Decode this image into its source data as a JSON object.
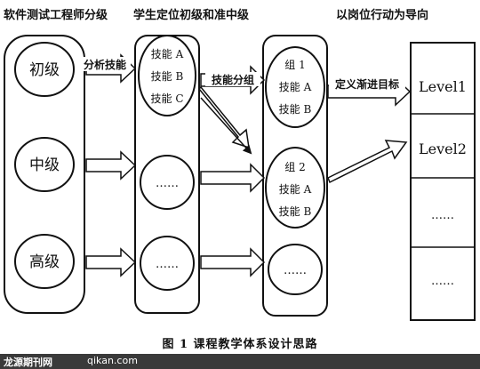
{
  "headers": [
    "软件测试工程师分级",
    "学生定位初级和准中级",
    "以岗位行动为导向"
  ],
  "levels": [
    "初级",
    "中级",
    "高级"
  ],
  "column2": {
    "skills": [
      "技能 A",
      "技能 B",
      "技能 C"
    ],
    "placeholders": [
      "……",
      "……"
    ]
  },
  "column3": {
    "group1": {
      "title": "组 1",
      "skills": [
        "技能 A",
        "技能 B"
      ]
    },
    "group2": {
      "title": "组 2",
      "skills": [
        "技能 A",
        "技能 B"
      ]
    },
    "placeholder": "……"
  },
  "column4": {
    "items": [
      "Level1",
      "Level2",
      "……",
      "……"
    ]
  },
  "arrow_labels": [
    "分析技能",
    "技能分组",
    "定义渐进目标"
  ],
  "caption": "图 1  课程教学体系设计思路",
  "watermark": {
    "site_name": "龙源期刊网",
    "domain": "qikan.com"
  }
}
